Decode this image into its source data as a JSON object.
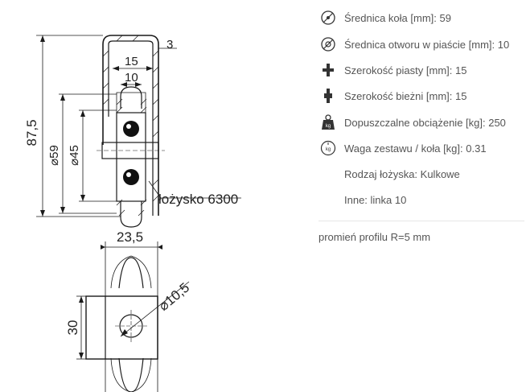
{
  "drawing": {
    "dim_height": "87,5",
    "dim_diameter_wheel": "⌀59",
    "dim_diameter_45": "⌀45",
    "dim_wall": "3",
    "dim_hub_width": "15",
    "dim_track_width": "10",
    "bearing_label": "łożysko 6300",
    "dim_block_width": "23,5",
    "dim_block_height": "30",
    "dim_hole": "⌀10,5"
  },
  "specs": [
    {
      "icon": "wheel-diameter-icon",
      "label": "Średnica koła [mm]: 59"
    },
    {
      "icon": "hub-bore-diameter-icon",
      "label": "Średnica otworu w piaście [mm]: 10"
    },
    {
      "icon": "hub-width-icon",
      "label": "Szerokość piasty [mm]: 15"
    },
    {
      "icon": "track-width-icon",
      "label": "Szerokość bieżni [mm]: 15"
    },
    {
      "icon": "weight-load-icon",
      "label": "Dopuszczalne obciążenie [kg]: 250"
    },
    {
      "icon": "weight-scale-icon",
      "label": "Waga zestawu / koła [kg]: 0.31"
    },
    {
      "icon": "",
      "label": "Rodzaj łożyska: Kulkowe"
    },
    {
      "icon": "",
      "label": "Inne: linka 10"
    }
  ],
  "note": "promień profilu R=5 mm",
  "colors": {
    "line": "#1a1a1a",
    "text": "#555555",
    "icon": "#333333"
  }
}
